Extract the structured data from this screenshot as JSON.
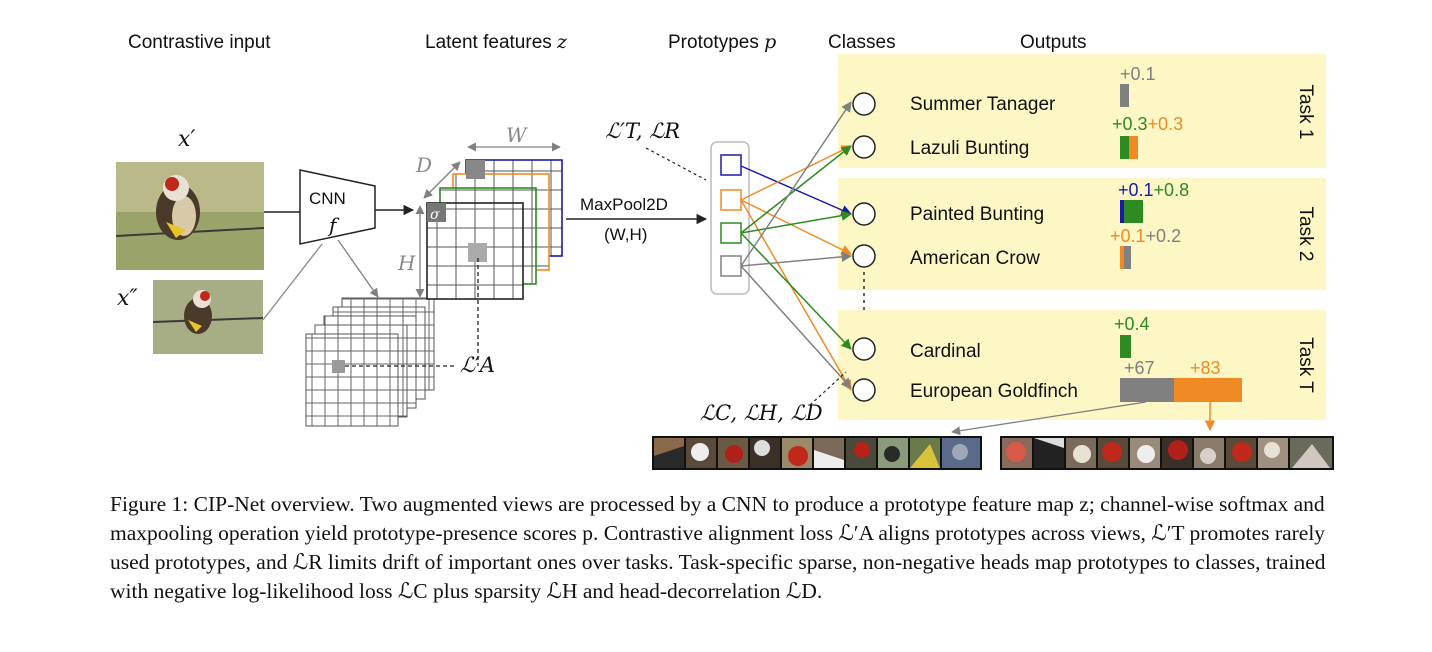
{
  "figure": {
    "headers": {
      "contrastive_input": "Contrastive input",
      "latent_features": "Latent features",
      "latent_symbol": "z",
      "prototypes": "Prototypes",
      "prototypes_symbol": "p",
      "classes": "Classes",
      "outputs": "Outputs"
    },
    "inputs": {
      "view1_label": "x′",
      "view2_label": "x″"
    },
    "cnn": {
      "label": "CNN",
      "symbol": "f"
    },
    "feature_map": {
      "width_label": "W",
      "height_label": "H",
      "depth_label": "D",
      "softmax_symbol": "σ"
    },
    "pooling": {
      "label": "MaxPool2D",
      "sublabel": "(W,H)"
    },
    "losses": {
      "top": "ℒ′T, ℒR",
      "alignment": "ℒ′A",
      "bottom": "ℒC, ℒH, ℒD"
    },
    "tasks": [
      {
        "label": "Task 1",
        "classes": [
          {
            "name": "Summer Tanager",
            "contributions": [
              {
                "value": "+0.1",
                "color": "#808080"
              }
            ]
          },
          {
            "name": "Lazuli Bunting",
            "contributions": [
              {
                "value": "+0.3",
                "color": "#2e8b22"
              },
              {
                "value": "+0.3",
                "color": "#f08a24"
              }
            ]
          }
        ]
      },
      {
        "label": "Task 2",
        "classes": [
          {
            "name": "Painted Bunting",
            "contributions": [
              {
                "value": "+0.1",
                "color": "#1a1aa8"
              },
              {
                "value": "+0.8",
                "color": "#2e8b22"
              }
            ]
          },
          {
            "name": "American Crow",
            "contributions": [
              {
                "value": "+0.1",
                "color": "#f08a24"
              },
              {
                "value": "+0.2",
                "color": "#808080"
              }
            ]
          }
        ]
      },
      {
        "label": "Task T",
        "classes": [
          {
            "name": "Cardinal",
            "contributions": [
              {
                "value": "+0.4",
                "color": "#2e8b22"
              }
            ]
          },
          {
            "name": "European Goldfinch",
            "contributions": [
              {
                "value": "+67",
                "color": "#808080"
              },
              {
                "value": "+83",
                "color": "#f08a24"
              }
            ]
          }
        ]
      }
    ],
    "colors": {
      "task_panel": "#fcf7c5",
      "prototype_blue": "#1a1aa8",
      "prototype_orange": "#f08a24",
      "prototype_green": "#2e8b22",
      "prototype_gray": "#808080"
    }
  },
  "caption": {
    "text": "Figure 1: CIP-Net overview. Two augmented views are processed by a CNN to produce a prototype feature map z; channel-wise softmax and maxpooling operation yield prototype-presence scores p. Contrastive alignment loss ℒ′A aligns prototypes across views, ℒ′T promotes rarely used prototypes, and ℒR limits drift of important ones over tasks. Task-specific sparse, non-negative heads map prototypes to classes, trained with negative log-likelihood loss ℒC plus sparsity ℒH and head-decorrelation ℒD."
  }
}
